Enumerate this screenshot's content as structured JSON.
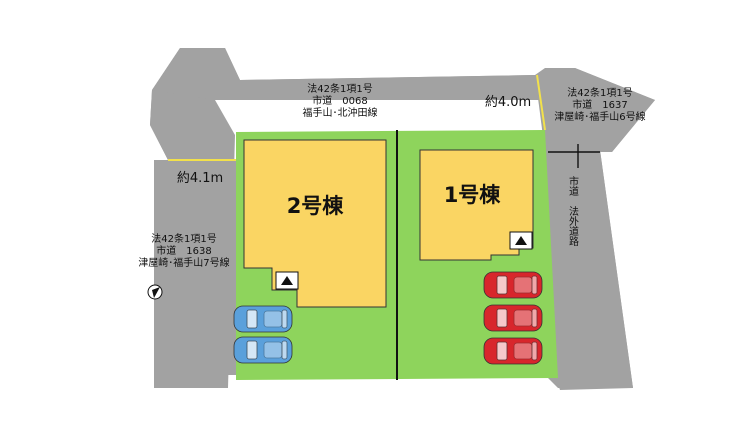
{
  "roads": {
    "north": {
      "line1": "法42条1項1号",
      "line2": "市道　0068",
      "line3": "福手山･北沖田線",
      "width": "約4.0m"
    },
    "west": {
      "line1": "法42条1項1号",
      "line2": "市道　1638",
      "line3": "津屋崎･福手山7号線",
      "width": "約4.1m"
    },
    "northeast": {
      "line1": "法42条1項1号",
      "line2": "市道　1637",
      "line3": "津屋崎･福手山6号線"
    },
    "east": {
      "label": "市道　法外道路"
    }
  },
  "lots": {
    "lot2": {
      "label": "2号棟"
    },
    "lot1": {
      "label": "1号棟"
    }
  },
  "parking": {
    "lot2_cars": 2,
    "lot1_cars": 3
  },
  "colors": {
    "road": "#a2a2a2",
    "lot": "#8ed45c",
    "building": "#fad563",
    "car_blue": "#5aa0db",
    "car_red": "#d8262c",
    "boundary_line": "#f2e14b"
  }
}
